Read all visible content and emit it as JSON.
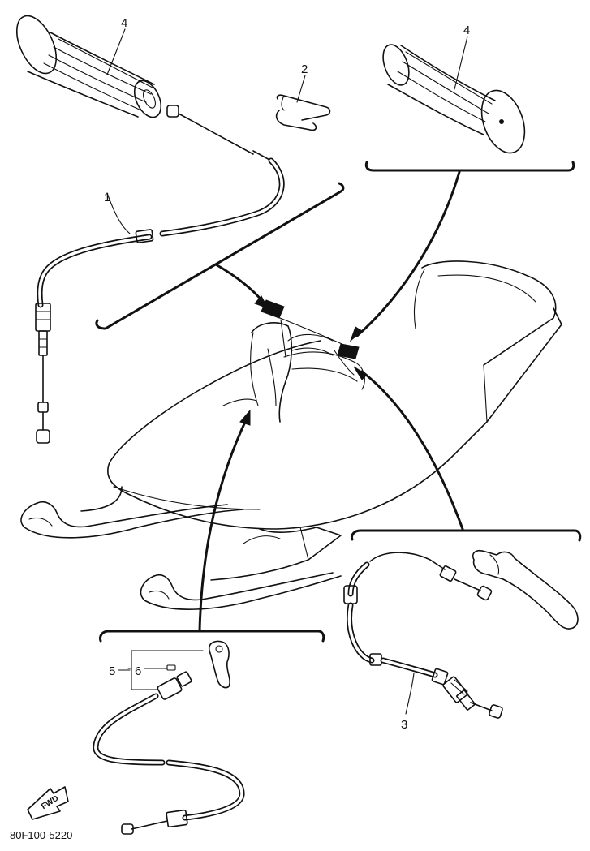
{
  "callouts": {
    "grip_left": "4",
    "grip_right": "4",
    "clip": "2",
    "throttle_cable": "1",
    "brake_cable": "3",
    "part_5": "5",
    "part_6": "6"
  },
  "fwd_label": "FWD",
  "diagram_code": "80F100-5220"
}
